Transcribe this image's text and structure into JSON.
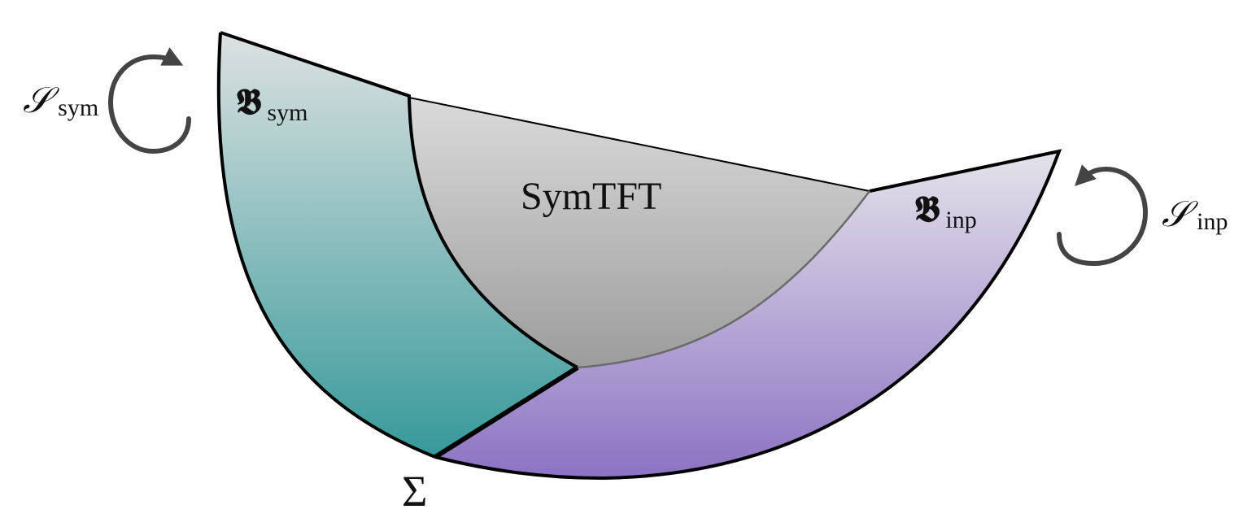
{
  "diagram": {
    "symtft_label": "SymTFT",
    "boundary_sym": {
      "symbol": "𝕭",
      "subscript": "sym"
    },
    "boundary_inp": {
      "symbol": "𝕭",
      "subscript": "inp"
    },
    "symmetry_sym": {
      "symbol": "𝒮",
      "subscript": "sym"
    },
    "symmetry_inp": {
      "symbol": "𝒮",
      "subscript": "inp"
    },
    "corner_label": "Σ"
  },
  "colors": {
    "sym_gradient_top": "#dde1e1",
    "sym_gradient_bottom": "#36999a",
    "inp_gradient_top": "#e4e3ea",
    "inp_gradient_bottom": "#8c72c3",
    "bulk_gradient_top": "#dadada",
    "bulk_gradient_bottom": "#9c9c9c",
    "outline": "#000000",
    "arrow": "#444444"
  }
}
